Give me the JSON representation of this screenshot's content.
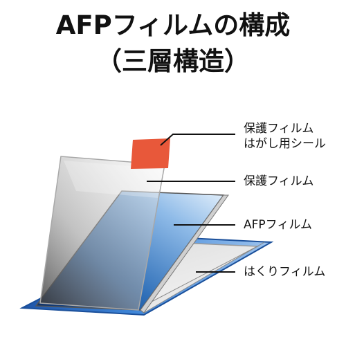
{
  "title": {
    "line1": "AFPフィルムの構成",
    "line2": "（三層構造）"
  },
  "labels": {
    "tab_line1": "保護フィルム",
    "tab_line2": "はがし用シール",
    "protective": "保護フィルム",
    "afp": "AFPフィルム",
    "release": "はくりフィルム"
  },
  "colors": {
    "tab": "#e8583a",
    "afp_blue": "#2f6fb8",
    "base_blue": "#2b6fc8",
    "leader": "#111111"
  }
}
